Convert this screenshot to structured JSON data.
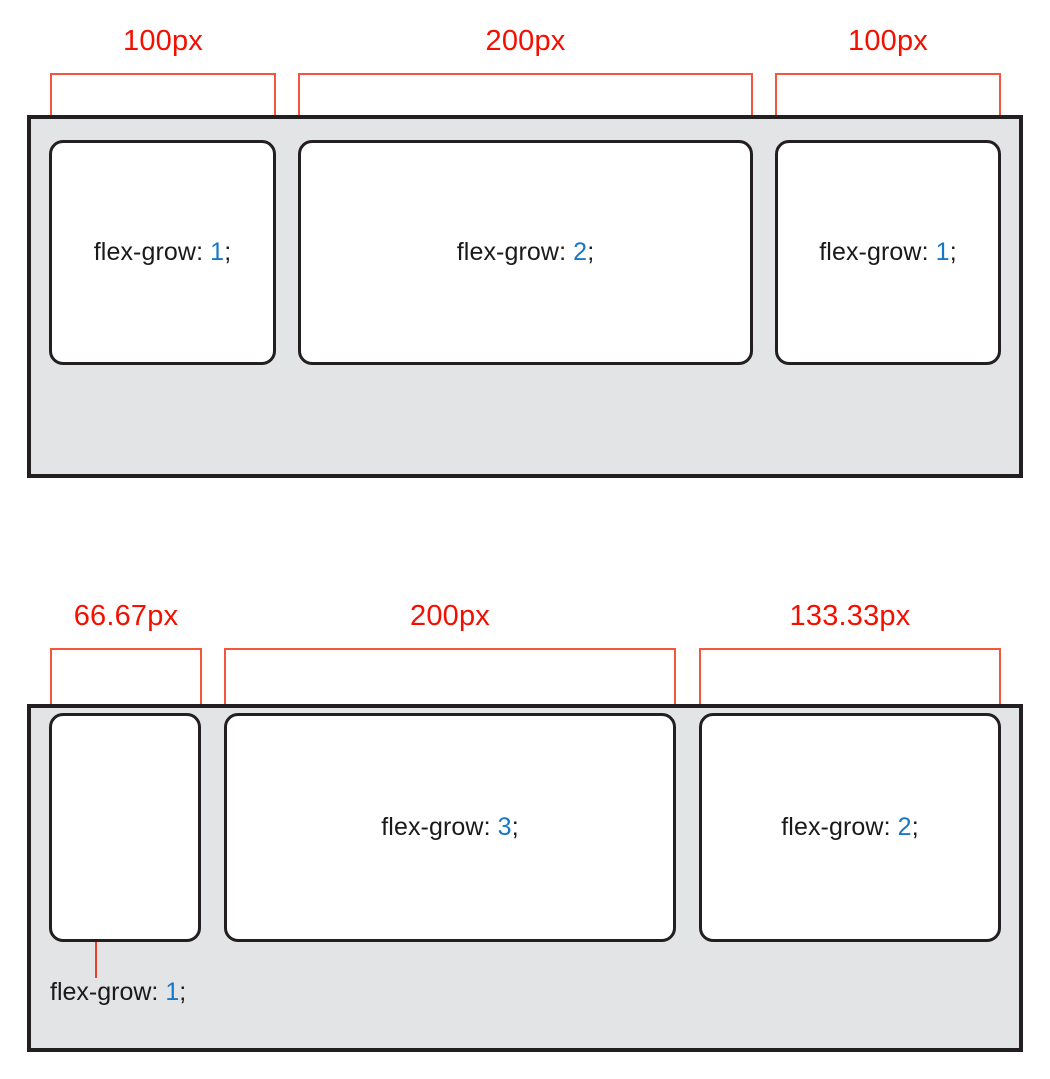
{
  "colors": {
    "accent_red": "#f50f00",
    "bracket_red": "#f4553c",
    "value_blue": "#1878c8",
    "container_bg": "#e3e4e6",
    "border_dark": "#231f20",
    "item_bg": "#ffffff",
    "text_dark": "#1a1a1a"
  },
  "diagrams": [
    {
      "id": "flex-grow-1-2-1",
      "measurements": [
        {
          "label": "100px"
        },
        {
          "label": "200px"
        },
        {
          "label": "100px"
        }
      ],
      "items": [
        {
          "property": "flex-grow: ",
          "value": "1",
          "terminator": ";",
          "width_label": "100px"
        },
        {
          "property": "flex-grow: ",
          "value": "2",
          "terminator": ";",
          "width_label": "200px"
        },
        {
          "property": "flex-grow: ",
          "value": "1",
          "terminator": ";",
          "width_label": "100px"
        }
      ]
    },
    {
      "id": "flex-grow-1-3-2",
      "measurements": [
        {
          "label": "66.67px"
        },
        {
          "label": "200px"
        },
        {
          "label": "133.33px"
        }
      ],
      "items": [
        {
          "property": "flex-grow: ",
          "value": "1",
          "terminator": ";",
          "width_label": "66.67px",
          "label_position": "external"
        },
        {
          "property": "flex-grow: ",
          "value": "3",
          "terminator": ";",
          "width_label": "200px",
          "label_position": "internal"
        },
        {
          "property": "flex-grow: ",
          "value": "2",
          "terminator": ";",
          "width_label": "133.33px",
          "label_position": "internal"
        }
      ]
    }
  ]
}
